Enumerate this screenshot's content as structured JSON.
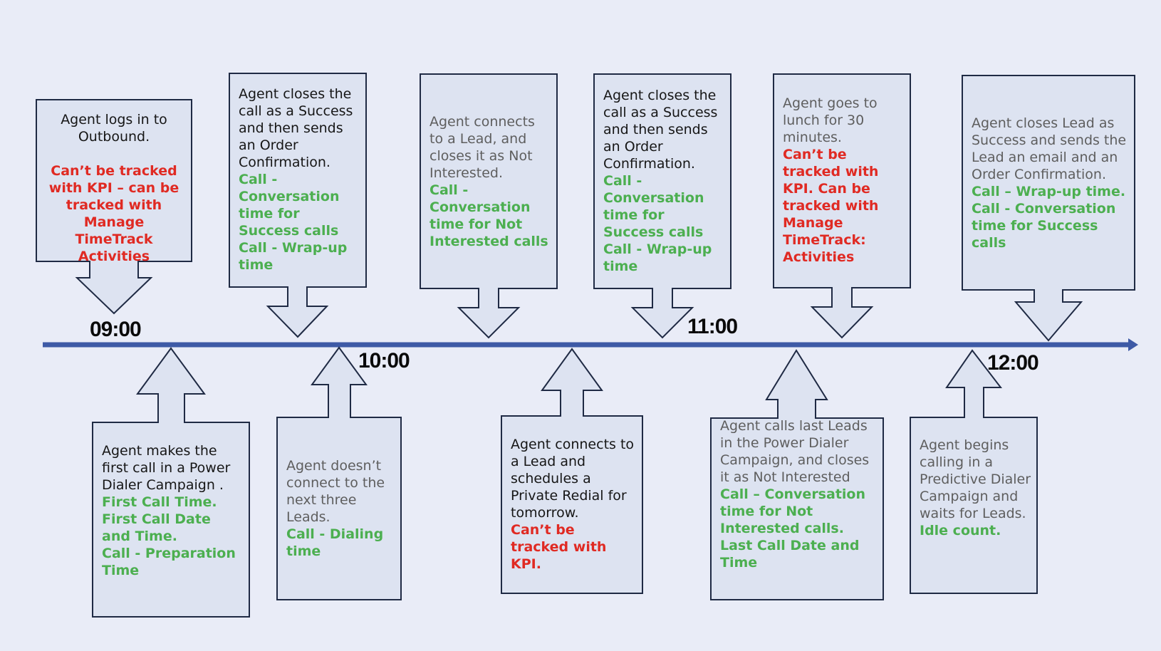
{
  "times": [
    "09:00",
    "10:00",
    "11:00",
    "12:00"
  ],
  "colors": {
    "background": "#e9ecf7",
    "box_fill": "#dde3f1",
    "box_stroke": "#1f2a44",
    "timeline": "#3e5aa6",
    "green": "#4caf50",
    "red": "#e02a23"
  },
  "events_top": [
    {
      "text": "Agent logs in to Outbound.",
      "red": "Can’t be tracked with KPI – can be tracked with Manage TimeTrack Activities"
    },
    {
      "text": "Agent closes the call as a Success and then sends an Order Confirmation.",
      "green": [
        "Call - Conversation time for Success calls",
        "Call - Wrap-up time"
      ]
    },
    {
      "text": "Agent connects to a Lead, and closes it as Not Interested.",
      "green": [
        "Call - Conversation time for Not Interested calls"
      ]
    },
    {
      "text": "Agent closes the call as a Success and then sends an Order Confirmation.",
      "green": [
        "Call - Conversation time for Success calls",
        "Call - Wrap-up time"
      ]
    },
    {
      "text": "Agent goes to lunch for 30 minutes.",
      "red": "Can’t be tracked with KPI. Can be tracked with Manage TimeTrack: Activities"
    },
    {
      "text": "Agent closes Lead as Success and sends the Lead an email and an Order Confirmation.",
      "green": [
        "Call – Wrap-up time.",
        "Call - Conversation time for Success calls"
      ]
    }
  ],
  "events_bottom": [
    {
      "text": "Agent makes the first call in a Power Dialer Campaign .",
      "green": [
        "First Call Time.",
        "First Call Date and Time.",
        "Call - Preparation Time"
      ]
    },
    {
      "text": "Agent doesn’t connect to the next three Leads.",
      "green": [
        "Call - Dialing time"
      ]
    },
    {
      "text": "Agent connects to a Lead and schedules a Private Redial for tomorrow.",
      "red": "Can’t be tracked with KPI."
    },
    {
      "text": "Agent calls last Leads in the Power Dialer Campaign, and closes it as Not Interested",
      "green": [
        "Call – Conversation time for Not Interested calls.",
        "Last Call Date and Time"
      ]
    },
    {
      "text": "Agent begins calling in a Predictive Dialer Campaign and waits for Leads.",
      "green": [
        "Idle count."
      ]
    }
  ]
}
